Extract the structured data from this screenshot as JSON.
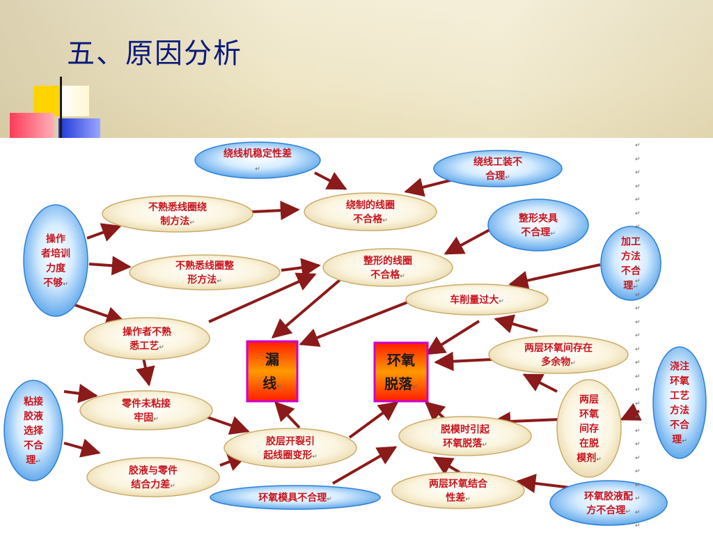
{
  "slide": {
    "title": "五、原因分析",
    "return_mark": "↵"
  },
  "diagram": {
    "nodes": [
      {
        "id": "n1",
        "text": "绕线机稳定性差",
        "style": "blue"
      },
      {
        "id": "n2",
        "text": "绕线工装不合理",
        "style": "blue"
      },
      {
        "id": "n3",
        "text": "不熟悉线圈绕制方法",
        "style": "beige"
      },
      {
        "id": "n4",
        "text": "绕制的线圈不合格",
        "style": "beige"
      },
      {
        "id": "n5",
        "text": "整形夹具不合理",
        "style": "blue"
      },
      {
        "id": "n6",
        "text": "操作者培训力度不够",
        "style": "blue"
      },
      {
        "id": "n7",
        "text": "加工方法不合理",
        "style": "blue"
      },
      {
        "id": "n8",
        "text": "不熟悉线圈整形方法",
        "style": "beige"
      },
      {
        "id": "n9",
        "text": "整形的线圈不合格",
        "style": "beige"
      },
      {
        "id": "n10",
        "text": "车削量过大",
        "style": "beige"
      },
      {
        "id": "n11",
        "text": "操作者不熟悉工艺",
        "style": "beige"
      },
      {
        "id": "n12",
        "text": "漏线",
        "style": "box"
      },
      {
        "id": "n13",
        "text": "环氧脱落",
        "style": "box"
      },
      {
        "id": "n14",
        "text": "两层环氧间存在多余物",
        "style": "beige"
      },
      {
        "id": "n15",
        "text": "浇注环氧工艺方法不合理",
        "style": "blue"
      },
      {
        "id": "n16",
        "text": "粘接胶液选择不合理",
        "style": "blue"
      },
      {
        "id": "n17",
        "text": "零件未粘接牢固",
        "style": "beige"
      },
      {
        "id": "n18",
        "text": "两层环氧间存在脱模剂",
        "style": "beige"
      },
      {
        "id": "n19",
        "text": "胶层开裂引起线圈变形",
        "style": "beige"
      },
      {
        "id": "n20",
        "text": "脱模时引起环氧脱落",
        "style": "beige"
      },
      {
        "id": "n21",
        "text": "胶液与零件结合力差",
        "style": "beige"
      },
      {
        "id": "n22",
        "text": "两层环氧结合性差",
        "style": "beige"
      },
      {
        "id": "n23",
        "text": "环氧模具不合理",
        "style": "blue"
      },
      {
        "id": "n24",
        "text": "环氧胶液配方不合理",
        "style": "blue"
      }
    ]
  },
  "colors": {
    "node_text": "#c8141e",
    "arrow": "#8b1a1a",
    "title": "#0a1a7a"
  }
}
